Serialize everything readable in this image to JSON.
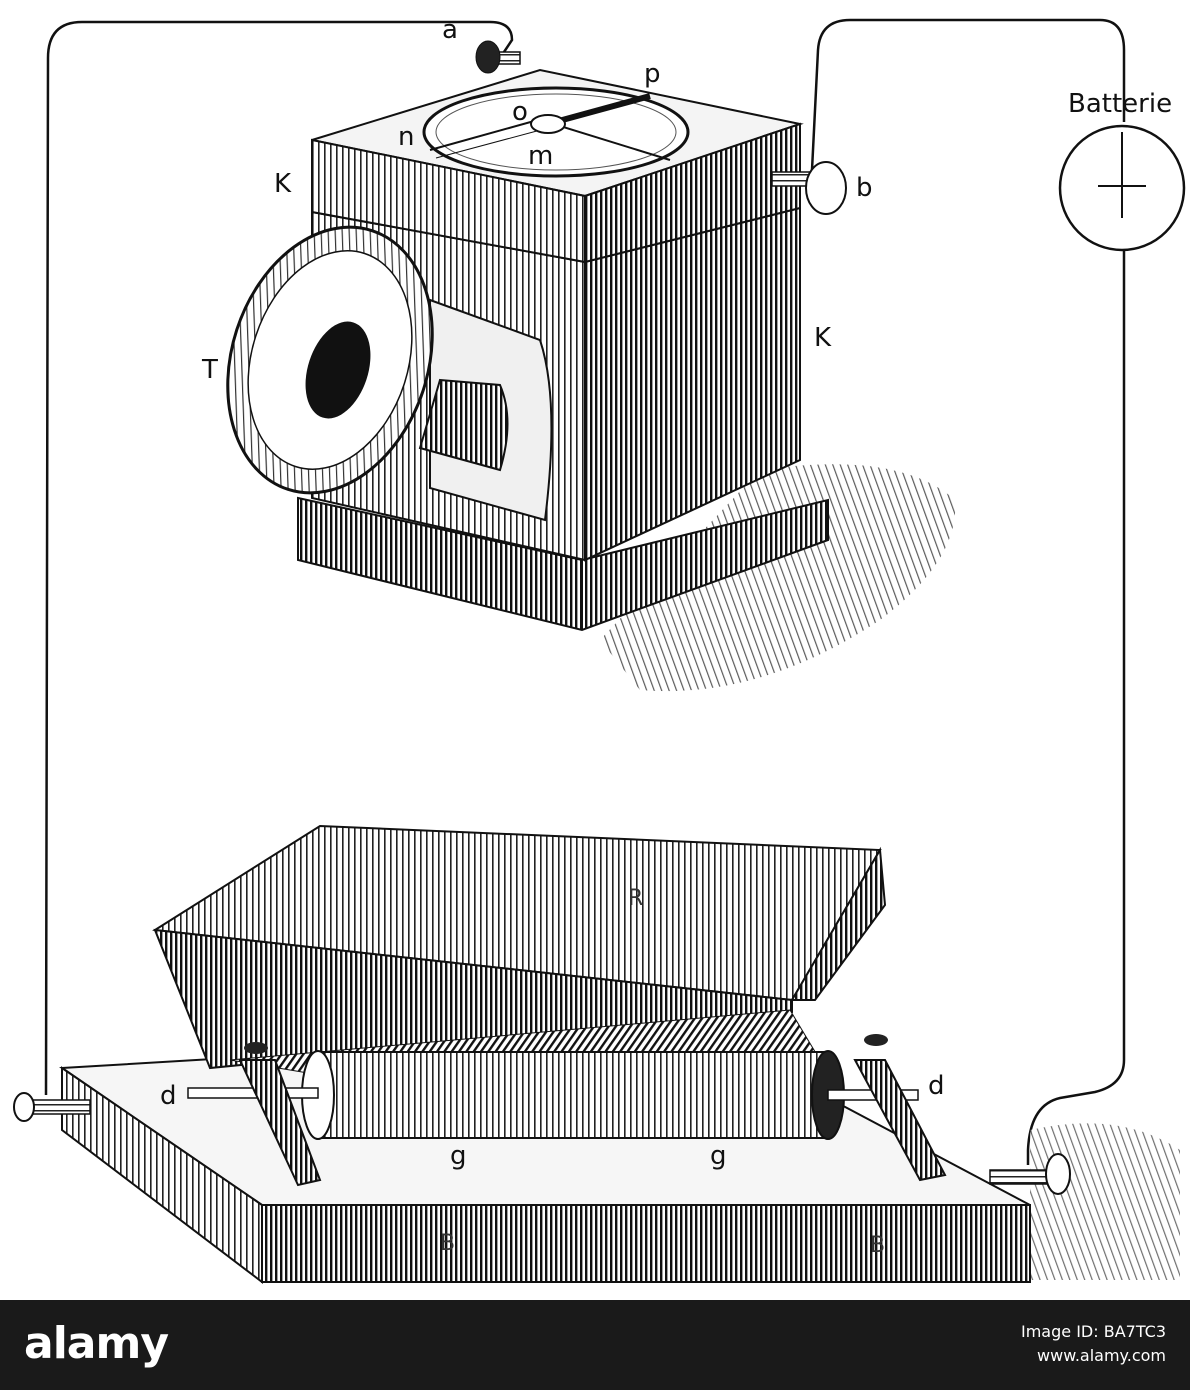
{
  "labels": {
    "a": "a",
    "p": "p",
    "o": "o",
    "n": "n",
    "m": "m",
    "b": "b",
    "K1": "K",
    "K2": "K",
    "T": "T",
    "batterie": "Batterie",
    "R": "R",
    "d1": "d",
    "d2": "d",
    "g1": "g",
    "g2": "g",
    "B1": "B",
    "B2": "B"
  },
  "footer": {
    "logo": "alamy",
    "image_id_line": "Image ID: BA7TC3",
    "url": "www.alamy.com"
  },
  "colors": {
    "ink": "#111111",
    "paper": "#ffffff",
    "footer_bg": "#1a1a1a"
  }
}
